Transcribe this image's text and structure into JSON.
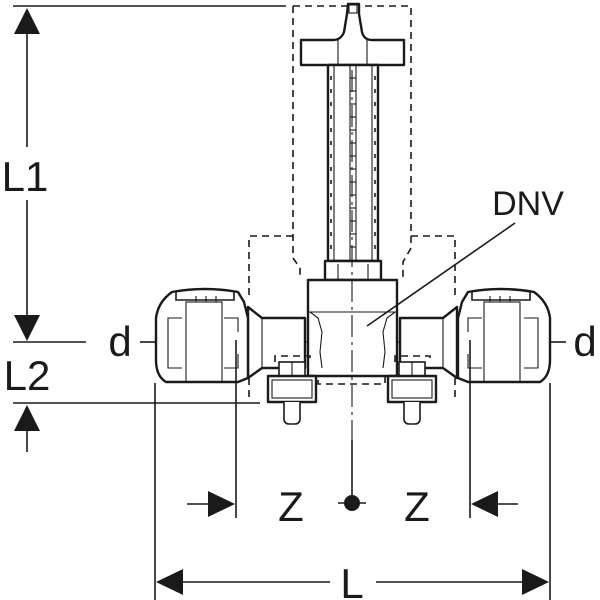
{
  "title": "Distributor valve with connectors – dimension drawing",
  "labels": {
    "l1": "L1",
    "l2": "L2",
    "d_left": "d",
    "d_right": "d",
    "dnv": "DNV",
    "z_left": "Z",
    "z_right": "Z",
    "l": "L"
  },
  "colors": {
    "line": "#1a1a1a",
    "background": "#ffffff"
  }
}
